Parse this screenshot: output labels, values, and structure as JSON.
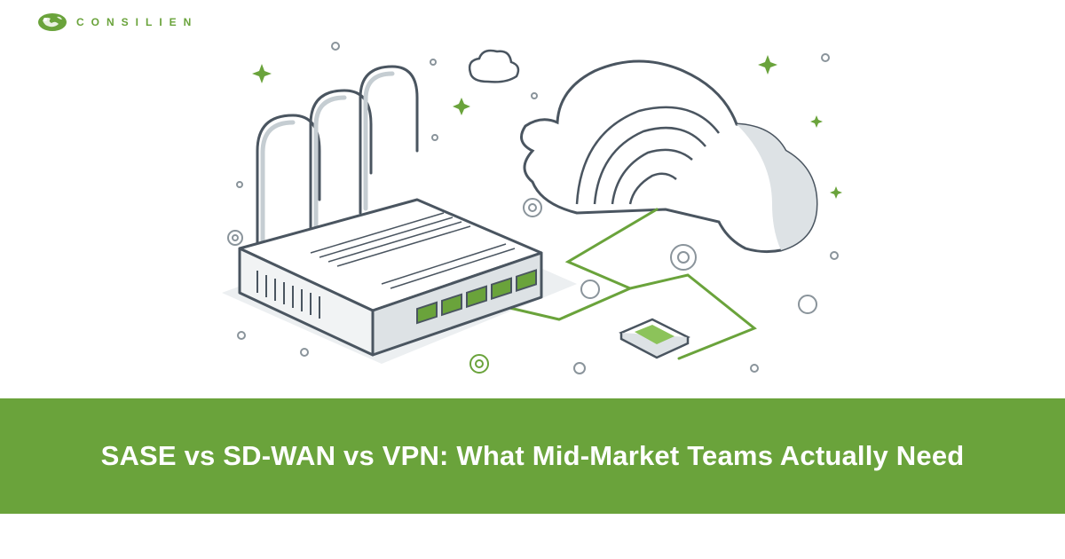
{
  "brand": {
    "logo_icon": "green-globe-leaf-icon",
    "name": "CONSILIEN"
  },
  "illustration": {
    "subject": "router-cloud-device-network",
    "accent_color": "#6aa33b",
    "line_color": "#4a5560"
  },
  "banner": {
    "title": "SASE vs SD-WAN vs VPN: What Mid-Market Teams Actually Need",
    "background_color": "#6aa33b",
    "text_color": "#ffffff"
  }
}
